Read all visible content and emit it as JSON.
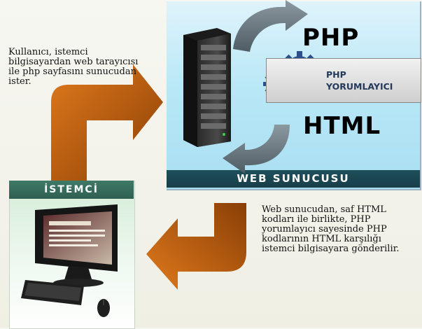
{
  "instruction_top": "Kullanıcı, istemci\nbilgisayardan web tarayıcısı\nile  php sayfasını sunucudan\nister.",
  "instruction_bottom": "Web sunucudan, saf HTML\nkodları ile birlikte, PHP\nyorumlayıcı sayesinde PHP\nkodlarının HTML karşılığı\nistemci bilgisayara gönderilir.",
  "labels": {
    "php": "PHP",
    "html": "HTML",
    "interpreter": "PHP\nYORUMLAYICI",
    "server": "WEB SUNUCUSU",
    "client": "İSTEMCİ"
  },
  "colors": {
    "orange_arrow": "#c4610f",
    "gray_arrow": "#6a7a83",
    "server_footer": "#1f4f5b",
    "client_header": "#3e7a68",
    "gear": "#2b4f8a"
  },
  "icons": [
    "server-tower-icon",
    "gears-icon",
    "desktop-computer-icon",
    "keyboard-icon",
    "mouse-icon"
  ]
}
